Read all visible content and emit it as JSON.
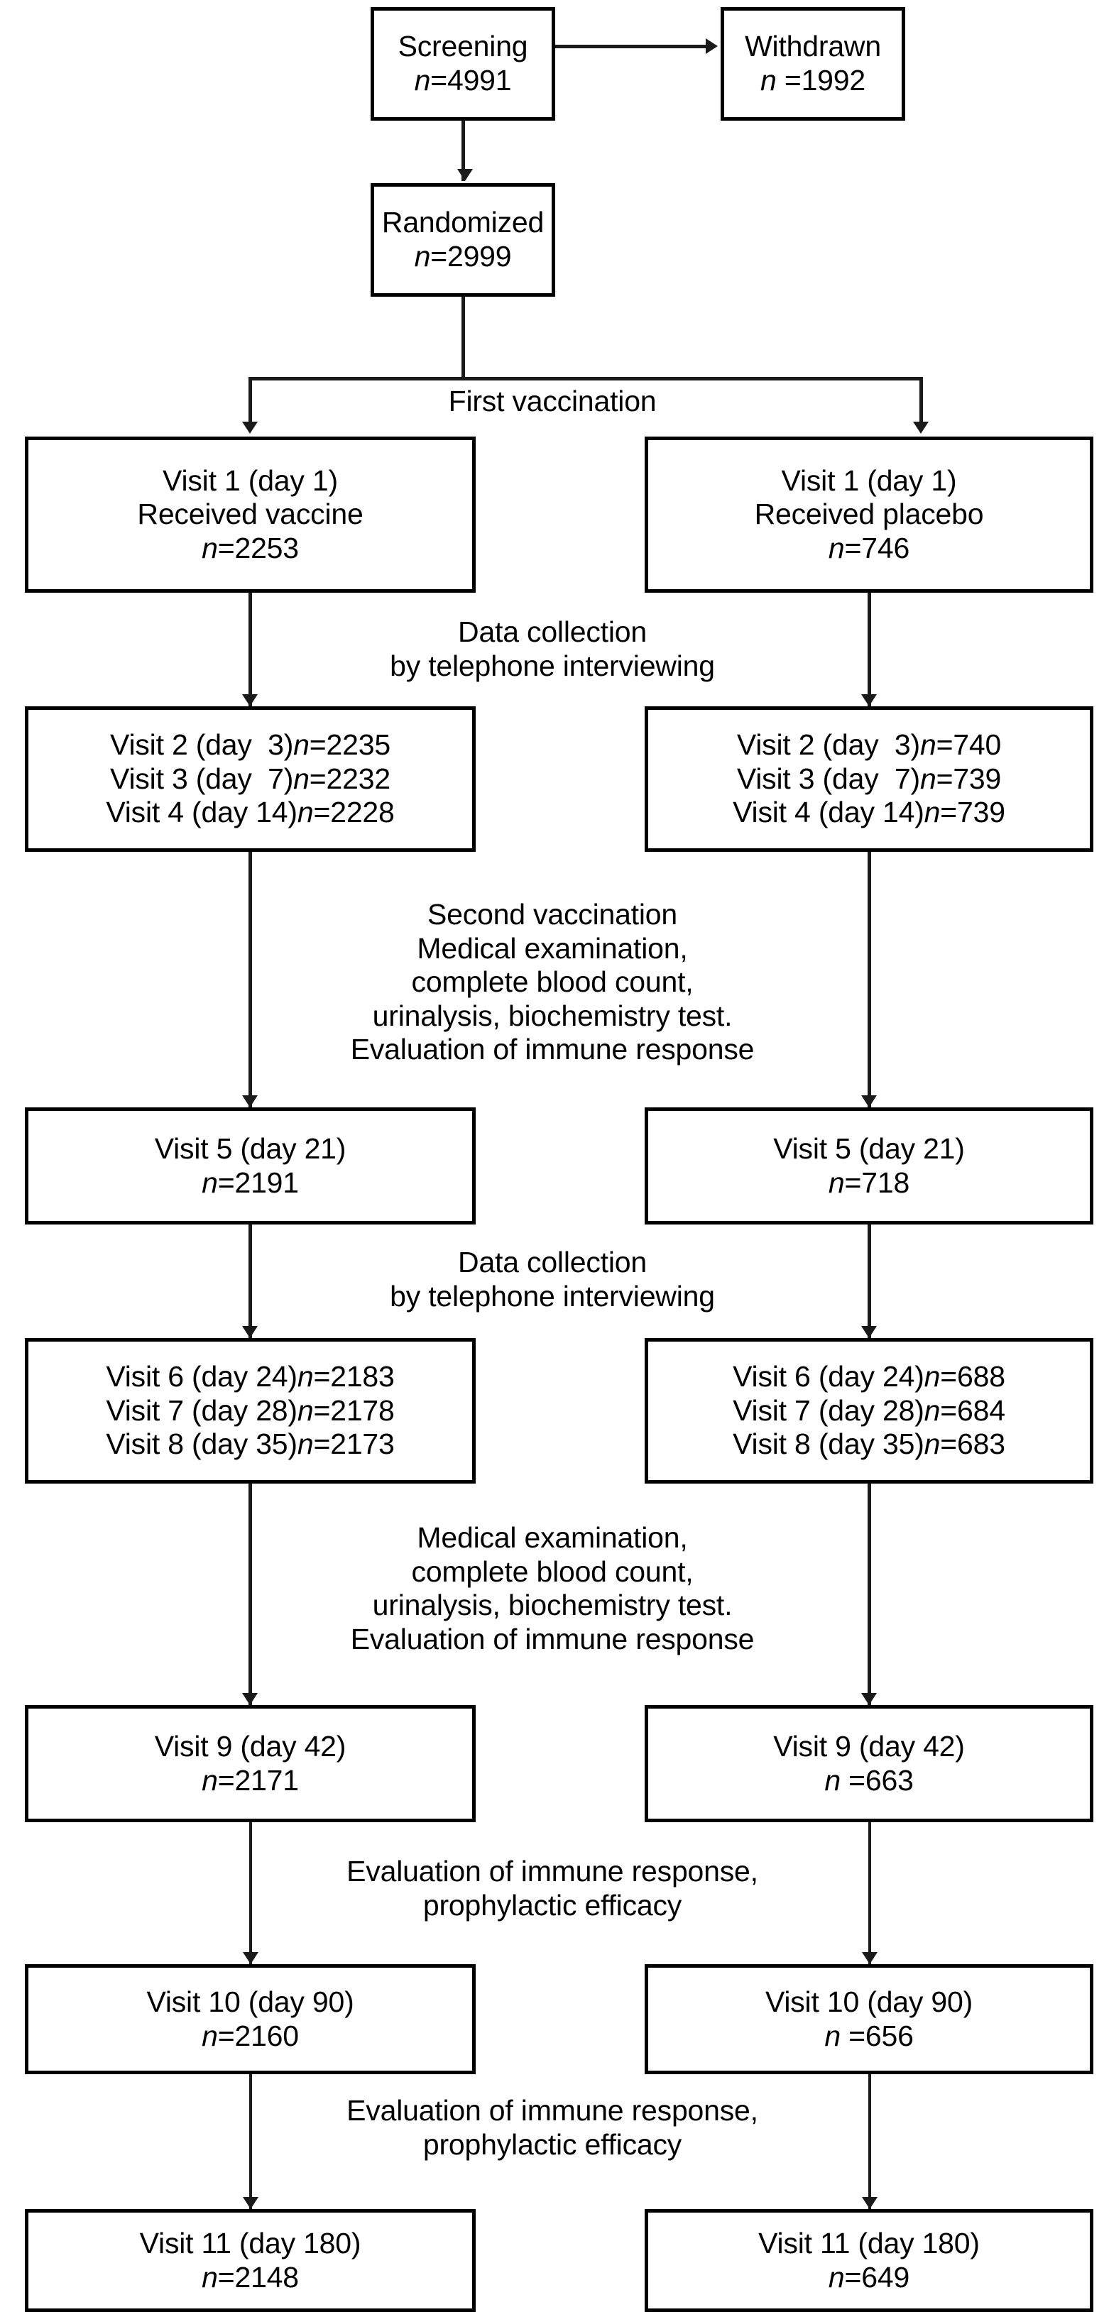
{
  "diagram": {
    "title": "Clinical trial participant flow",
    "type": "flowchart",
    "colors": {
      "line": "#1a1a1a",
      "box_border": "#000000",
      "background": "#ffffff",
      "text": "#000000"
    }
  },
  "nodes": {
    "screening": {
      "title": "Screening",
      "n_label": "n",
      "eq": "=",
      "n_value": "4991"
    },
    "withdrawn": {
      "title": "Withdrawn",
      "n_label": "n",
      "eq": " =",
      "n_value": "1992"
    },
    "randomized": {
      "title": "Randomized",
      "n_label": "n",
      "eq": "=",
      "n_value": "2999"
    },
    "visit1_vaccine": {
      "title": "Visit 1 (day 1)",
      "subtitle": "Received vaccine",
      "n_label": "n",
      "eq": "=",
      "n_value": "2253"
    },
    "visit1_placebo": {
      "title": "Visit 1 (day 1)",
      "subtitle": "Received placebo",
      "n_label": "n",
      "eq": "=",
      "n_value": "746"
    },
    "visit5_vaccine": {
      "title": "Visit 5 (day 21)",
      "n_label": "n",
      "eq": "=",
      "n_value": "2191"
    },
    "visit5_placebo": {
      "title": "Visit 5 (day 21)",
      "n_label": "n",
      "eq": "=",
      "n_value": "718"
    },
    "visit9_vaccine": {
      "title": "Visit 9 (day 42)",
      "n_label": "n",
      "eq": "=",
      "n_value": "2171"
    },
    "visit9_placebo": {
      "title": "Visit 9 (day 42)",
      "n_label": "n",
      "eq": " =",
      "n_value": "663"
    },
    "visit10_vaccine": {
      "title": "Visit 10 (day 90)",
      "n_label": "n",
      "eq": "=",
      "n_value": "2160"
    },
    "visit10_placebo": {
      "title": "Visit 10 (day 90)",
      "n_label": "n",
      "eq": " =",
      "n_value": "656"
    },
    "visit11_vaccine": {
      "title": "Visit 11 (day 180)",
      "n_label": "n",
      "eq": "=",
      "n_value": "2148"
    },
    "visit11_placebo": {
      "title": "Visit 11 (day 180)",
      "n_label": "n",
      "eq": "=",
      "n_value": "649"
    }
  },
  "visit_groups": {
    "v234_vaccine": {
      "rows": [
        {
          "visit": "Visit 2 (day  3)",
          "n_label": "n",
          "eq": "=",
          "n_value": "2235"
        },
        {
          "visit": "Visit 3 (day  7)",
          "n_label": "n",
          "eq": "=",
          "n_value": "2232"
        },
        {
          "visit": "Visit 4 (day 14)",
          "n_label": "n",
          "eq": "=",
          "n_value": "2228"
        }
      ]
    },
    "v234_placebo": {
      "rows": [
        {
          "visit": "Visit 2 (day  3)",
          "n_label": "n",
          "eq": "=",
          "n_value": "740"
        },
        {
          "visit": "Visit 3 (day  7)",
          "n_label": "n",
          "eq": "=",
          "n_value": "739"
        },
        {
          "visit": "Visit 4 (day 14)",
          "n_label": "n",
          "eq": "=",
          "n_value": "739"
        }
      ]
    },
    "v678_vaccine": {
      "rows": [
        {
          "visit": "Visit 6 (day 24)",
          "n_label": "n",
          "eq": "=",
          "n_value": "2183"
        },
        {
          "visit": "Visit 7 (day 28)",
          "n_label": "n",
          "eq": "=",
          "n_value": "2178"
        },
        {
          "visit": "Visit 8 (day 35)",
          "n_label": "n",
          "eq": "=",
          "n_value": "2173"
        }
      ]
    },
    "v678_placebo": {
      "rows": [
        {
          "visit": "Visit 6 (day 24)",
          "n_label": "n",
          "eq": "=",
          "n_value": "688"
        },
        {
          "visit": "Visit 7 (day 28)",
          "n_label": "n",
          "eq": "=",
          "n_value": "684"
        },
        {
          "visit": "Visit 8 (day 35)",
          "n_label": "n",
          "eq": "=",
          "n_value": "683"
        }
      ]
    }
  },
  "captions": {
    "first_vaccination": "First vaccination",
    "data_collection_1": "Data collection\nby telephone interviewing",
    "second_vaccination": "Second vaccination\nMedical examination,\ncomplete blood count,\nurinalysis, biochemistry test.\nEvaluation of immune response",
    "data_collection_2": "Data collection\nby telephone interviewing",
    "medical_exam": "Medical examination,\ncomplete blood count,\nurinalysis, biochemistry test.\nEvaluation of immune response",
    "evaluation_1": "Evaluation of immune response,\nprophylactic efficacy",
    "evaluation_2": "Evaluation of immune response,\nprophylactic efficacy"
  }
}
